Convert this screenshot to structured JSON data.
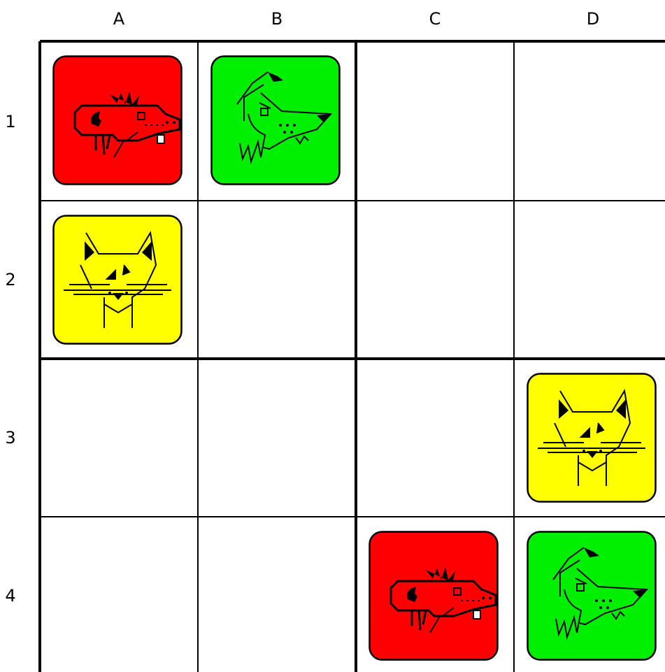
{
  "columns": [
    "A",
    "B",
    "C",
    "D"
  ],
  "rows": [
    "1",
    "2",
    "3",
    "4"
  ],
  "colors": {
    "red": "#ff0000",
    "green": "#00ee00",
    "yellow": "#ffff00",
    "grid": "#000000"
  },
  "pieces": [
    {
      "cell": "A1",
      "animal": "rat",
      "color": "red",
      "icon": "rat-icon"
    },
    {
      "cell": "B1",
      "animal": "wolf",
      "color": "green",
      "icon": "wolf-icon"
    },
    {
      "cell": "A2",
      "animal": "cat",
      "color": "yellow",
      "icon": "cat-icon"
    },
    {
      "cell": "D3",
      "animal": "cat",
      "color": "yellow",
      "icon": "cat-icon"
    },
    {
      "cell": "C4",
      "animal": "rat",
      "color": "red",
      "icon": "rat-icon"
    },
    {
      "cell": "D4",
      "animal": "wolf",
      "color": "green",
      "icon": "wolf-icon"
    }
  ]
}
